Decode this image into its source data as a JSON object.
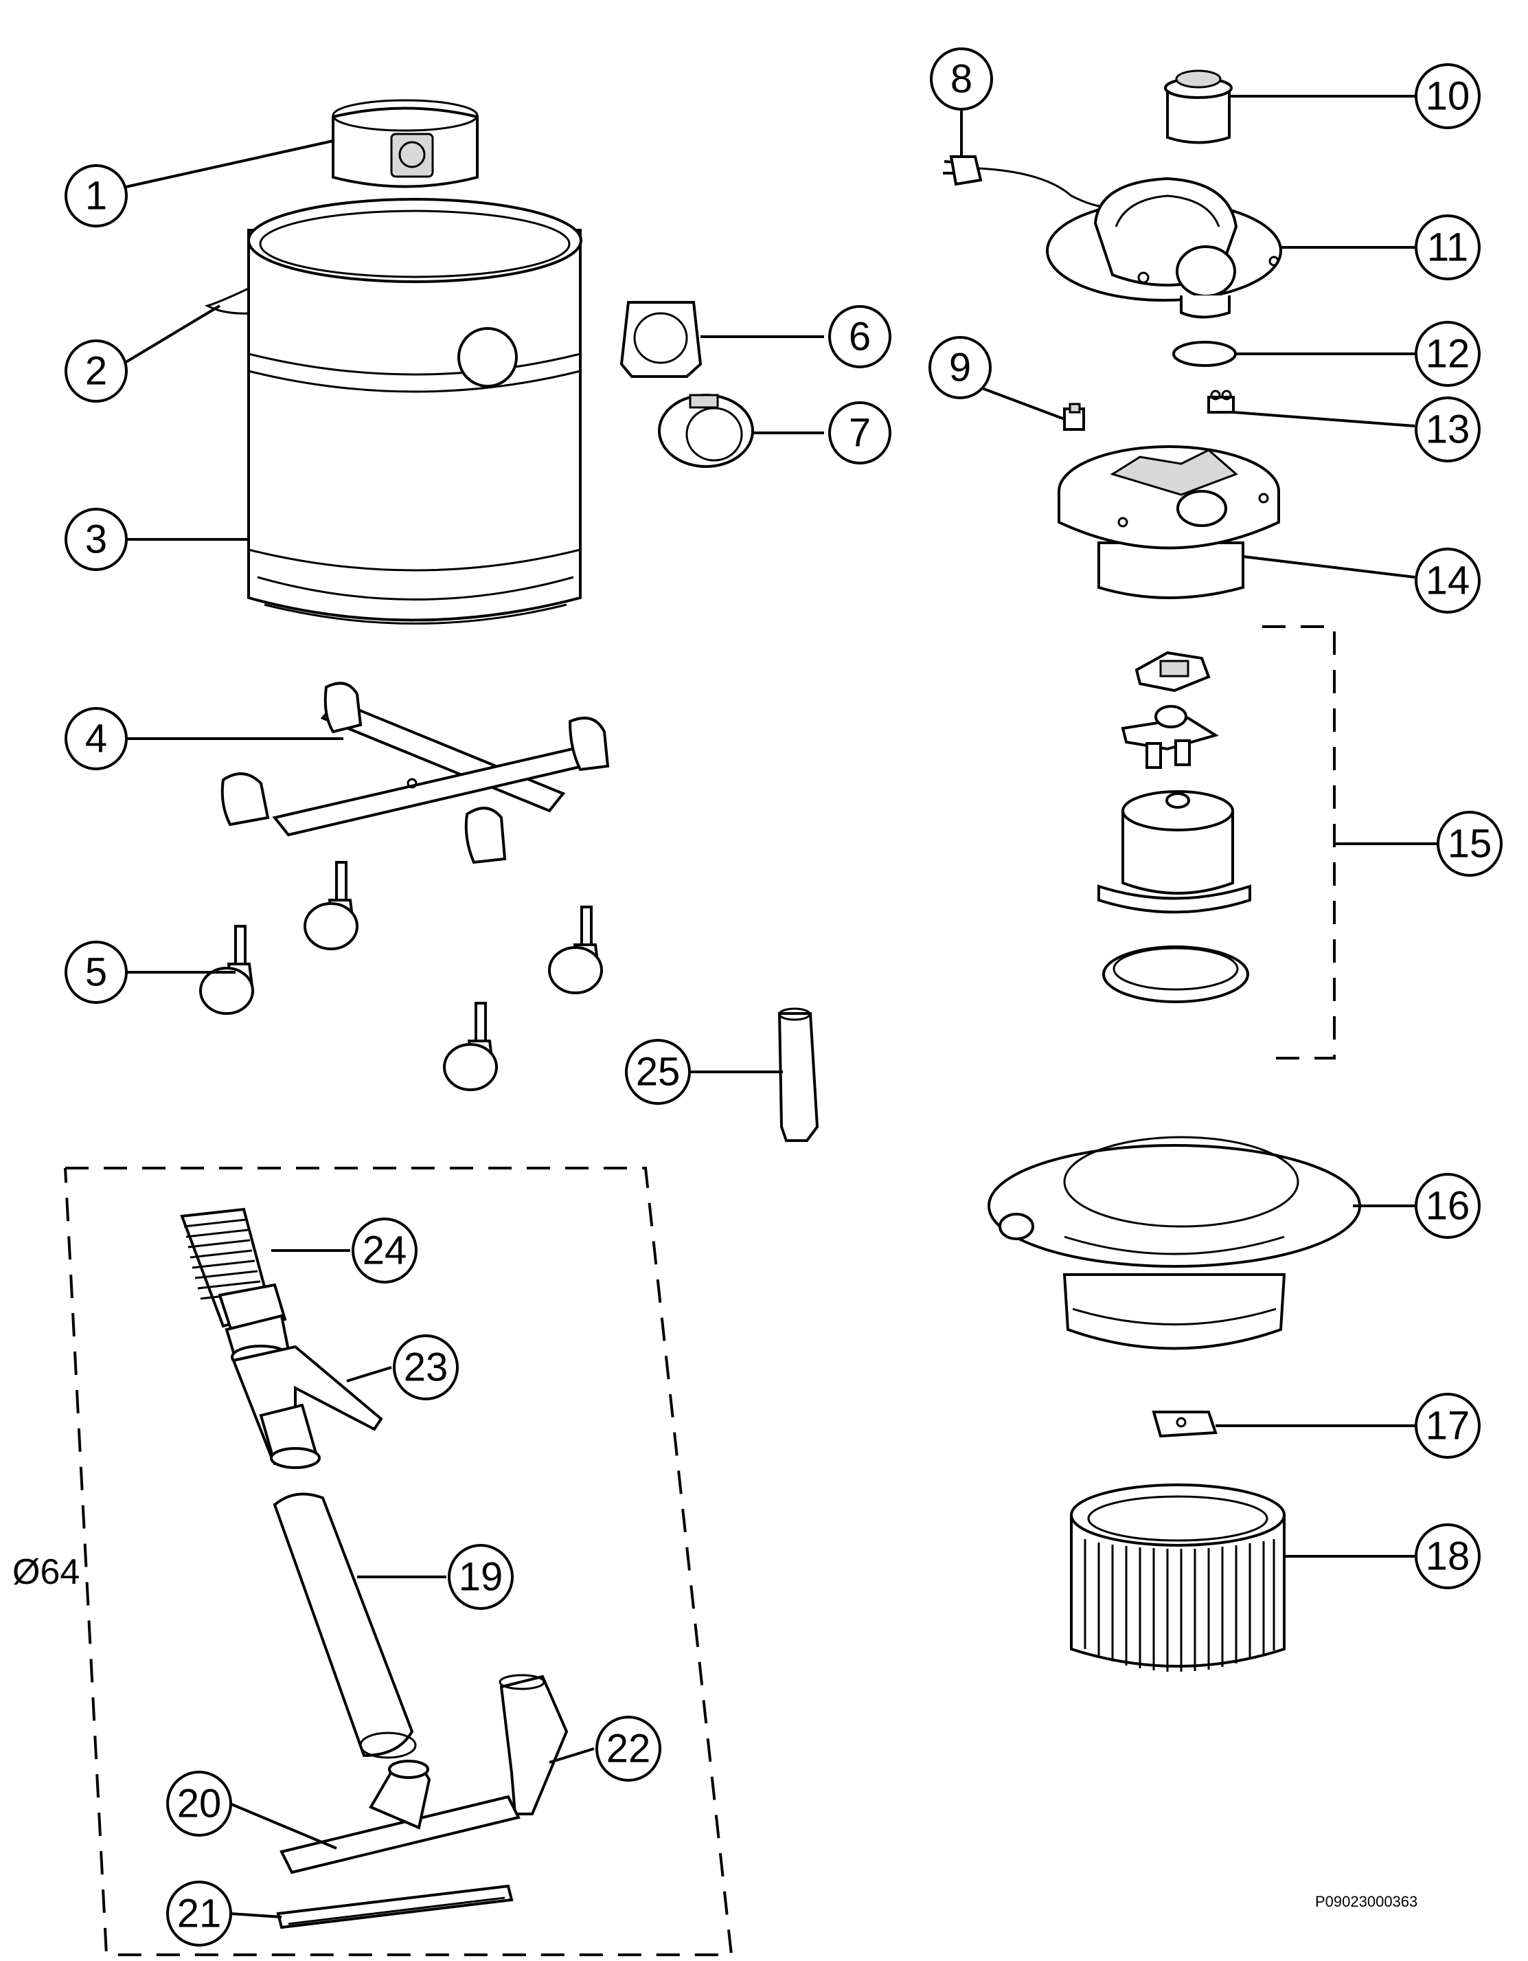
{
  "callouts": {
    "c1": "1",
    "c2": "2",
    "c3": "3",
    "c4": "4",
    "c5": "5",
    "c6": "6",
    "c7": "7",
    "c8": "8",
    "c9": "9",
    "c10": "10",
    "c11": "11",
    "c12": "12",
    "c13": "13",
    "c14": "14",
    "c15": "15",
    "c16": "16",
    "c17": "17",
    "c18": "18",
    "c19": "19",
    "c20": "20",
    "c21": "21",
    "c22": "22",
    "c23": "23",
    "c24": "24",
    "c25": "25"
  },
  "dimension_label": "Ø64",
  "drawing_code": "P09023000363"
}
